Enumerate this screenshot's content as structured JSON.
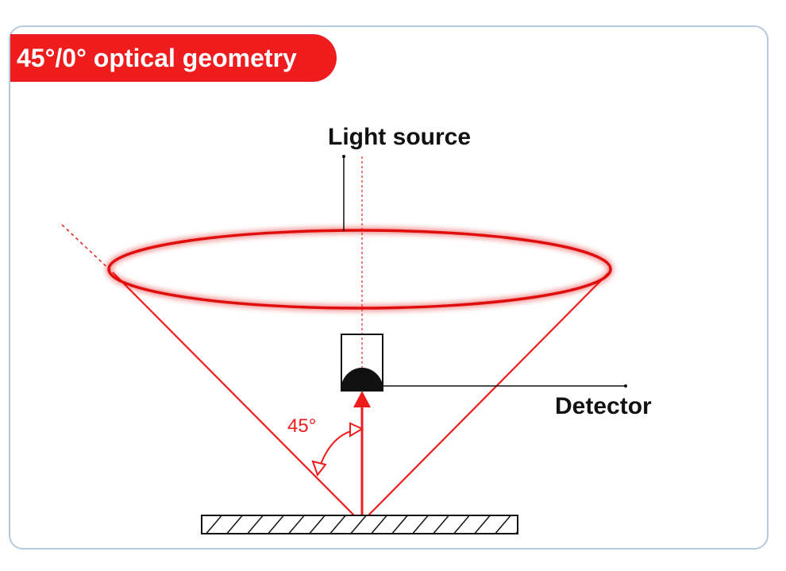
{
  "title": "45°/0° optical geometry",
  "labels": {
    "light_source": "Light source",
    "detector": "Detector",
    "angle": "45°"
  },
  "colors": {
    "accent_red": "#ee1c1c",
    "frame_border": "#b8c9df",
    "title_text": "#ffffff",
    "label_text": "#111111"
  }
}
